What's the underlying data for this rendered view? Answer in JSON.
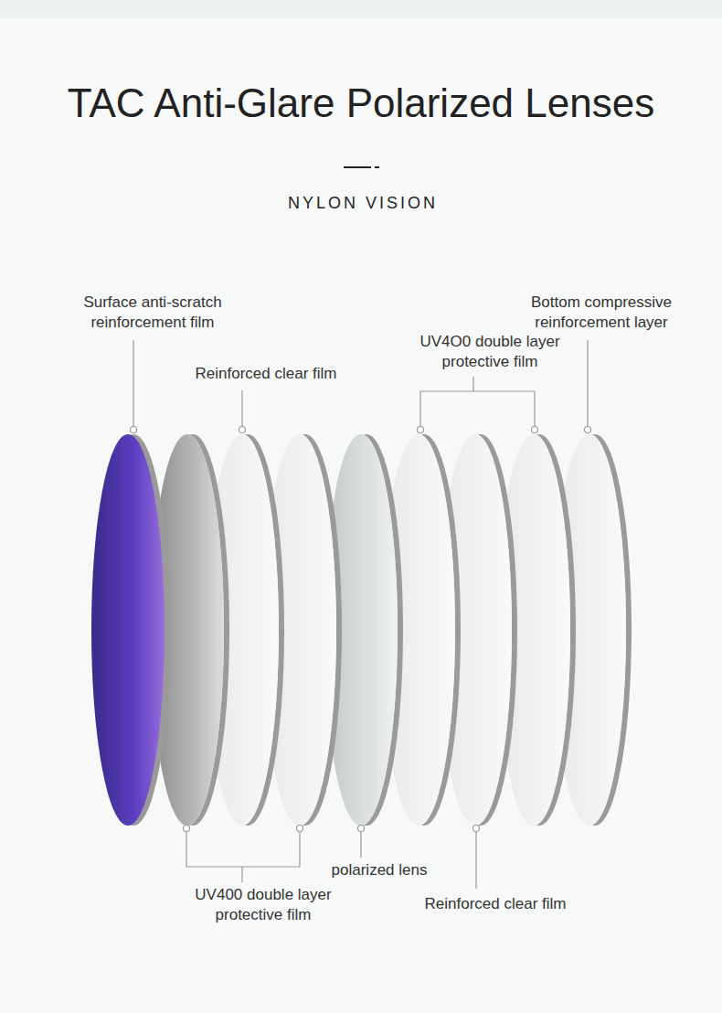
{
  "diagram": {
    "title": "TAC Anti-Glare Polarized Lenses",
    "labels": [
      "NYLON VISION",
      "Surface anti-scratch reinforcement film",
      "Reinforced clear film",
      "UV4O0 double layer protective film",
      "Bottom compressive reinforcement layer",
      "UV400 double layer protective film",
      "polarized lens",
      "Reinforced clear film"
    ]
  }
}
